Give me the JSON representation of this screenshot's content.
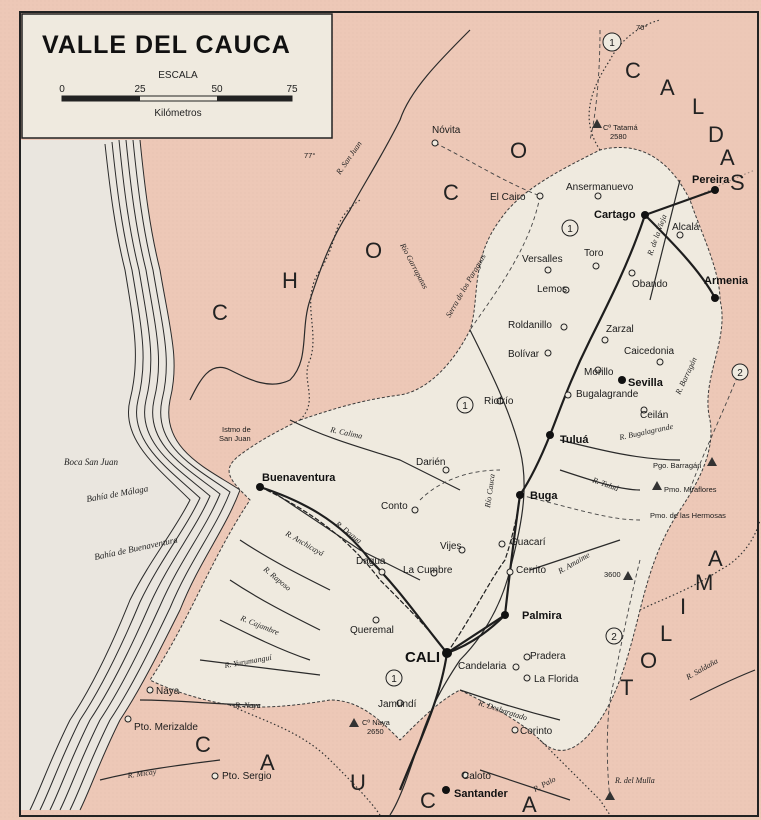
{
  "title": "VALLE DEL CAUCA",
  "scale": {
    "label": "ESCALA",
    "ticks": [
      "0",
      "25",
      "50",
      "75"
    ],
    "unit": "Kilómetros"
  },
  "graticule": {
    "lon_76": "76°",
    "lon_77": "77°"
  },
  "colors": {
    "neighbor": "#edc8b7",
    "valle": "#efeadf",
    "sea": "#eae6df",
    "line": "#2a2a2a"
  },
  "regions": {
    "choco": [
      "C",
      "H",
      "O",
      "C",
      "O"
    ],
    "caldas": [
      "C",
      "A",
      "L",
      "D",
      "A",
      "S"
    ],
    "tolima": [
      "T",
      "O",
      "L",
      "I",
      "M",
      "A"
    ],
    "cauca": [
      "C",
      "A",
      "U",
      "C",
      "A"
    ]
  },
  "cities_major": {
    "cali": "CALI",
    "buenaventura": "Buenaventura",
    "cartago": "Cartago",
    "pereira": "Pereira",
    "armenia": "Armenia",
    "sevilla": "Sevilla",
    "tulua": "Tuluá",
    "buga": "Buga",
    "palmira": "Palmira",
    "santander": "Santander"
  },
  "towns": {
    "novita": "Nóvita",
    "el_cairo": "El Cairo",
    "ansermanuevo": "Ansermanuevo",
    "alcala": "Alcalá",
    "versalles": "Versalles",
    "toro": "Toro",
    "obando": "Obando",
    "lemos": "Lemos",
    "roldanillo": "Roldanillo",
    "zarzal": "Zarzal",
    "caicedonia": "Caicedonia",
    "bolivar": "Bolívar",
    "morillo": "Morillo",
    "bugalagrande": "Bugalagrande",
    "riofrio": "Riofrío",
    "ceilan": "Ceilán",
    "darien": "Darién",
    "conto": "Conto",
    "vijes": "Vijes",
    "guacari": "Guacarí",
    "dagua": "Dagua",
    "la_cumbre": "La Cumbre",
    "cerrito": "Cerrito",
    "queremal": "Queremal",
    "pradera": "Pradera",
    "candelaria": "Candelaria",
    "la_florida": "La Florida",
    "jamundi": "Jamundí",
    "corinto": "Corinto",
    "caloto": "Caloto",
    "naya": "Naya",
    "pto_merizalde": "Pto. Merizalde",
    "pto_sergio": "Pto. Sergio"
  },
  "peaks": {
    "tatama": "Cº Tatamá",
    "tatama_h": "2580",
    "naya": "Cº Naya",
    "naya_h": "2650",
    "h3600": "3600"
  },
  "passes": {
    "barragan": "Pgo. Barragán",
    "miraflores": "Pmo. Miraflores",
    "hermosas": "Pmo. de las Hermosas"
  },
  "water": {
    "istmo": [
      "Istmo de",
      "San Juan"
    ],
    "boca": "Boca San Juan",
    "malaga": "Bahía de Málaga",
    "buenaventura_bay": "Bahía de Buenaventura"
  },
  "rivers": {
    "san_juan": "R. San Juan",
    "garrapatas": "Río Garrapatas",
    "calima": "R. Calima",
    "dagua": "R. Dagua",
    "anchicaya": "R. Anchicayá",
    "raposo": "R. Raposo",
    "cajambre": "R. Cajambre",
    "yurumangui": "R. Yurumanguí",
    "naya": "R. Naya",
    "micay": "R. Micay",
    "cauca": "Río Cauca",
    "la_vieja": "R. de la Vieja",
    "barragan": "R. Barragán",
    "bugalagrande": "R. Bugalagrande",
    "tulua": "R. Tuluá",
    "amaime": "R. Amaime",
    "desbaratado": "R. Desbaratado",
    "palo": "R. Palo",
    "saldana": "R. Saldaña",
    "mulla": "R. del Mulla"
  },
  "mountains": {
    "paraguas": "Serra de los Paraguas"
  },
  "highway_markers": [
    "1",
    "1",
    "1",
    "1",
    "2",
    "2"
  ]
}
